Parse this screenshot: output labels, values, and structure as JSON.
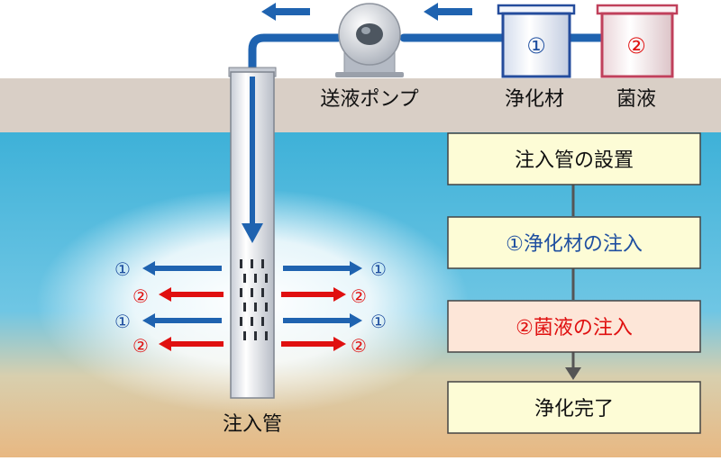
{
  "labels": {
    "pump": "送液ポンプ",
    "purifier": "浄化材",
    "bacteria": "菌液",
    "pipe": "注入管"
  },
  "tanks": {
    "purifier_mark": "①",
    "bacteria_mark": "②"
  },
  "arrows": {
    "mark1": "①",
    "mark2": "②"
  },
  "flow": {
    "steps": [
      "注入管の設置",
      "①浄化材の注入",
      "②菌液の注入",
      "浄化完了"
    ]
  },
  "colors": {
    "sky": "#ffffff",
    "ground": "#d9cfc6",
    "water": "#3eb1d8",
    "sand": "#e8b882",
    "blue_flow": "#1f63b0",
    "red_flow": "#e01010",
    "step_fill": "#fdfcd6",
    "step_highlight_fill": "#fde6d8",
    "step_border": "#444444"
  }
}
